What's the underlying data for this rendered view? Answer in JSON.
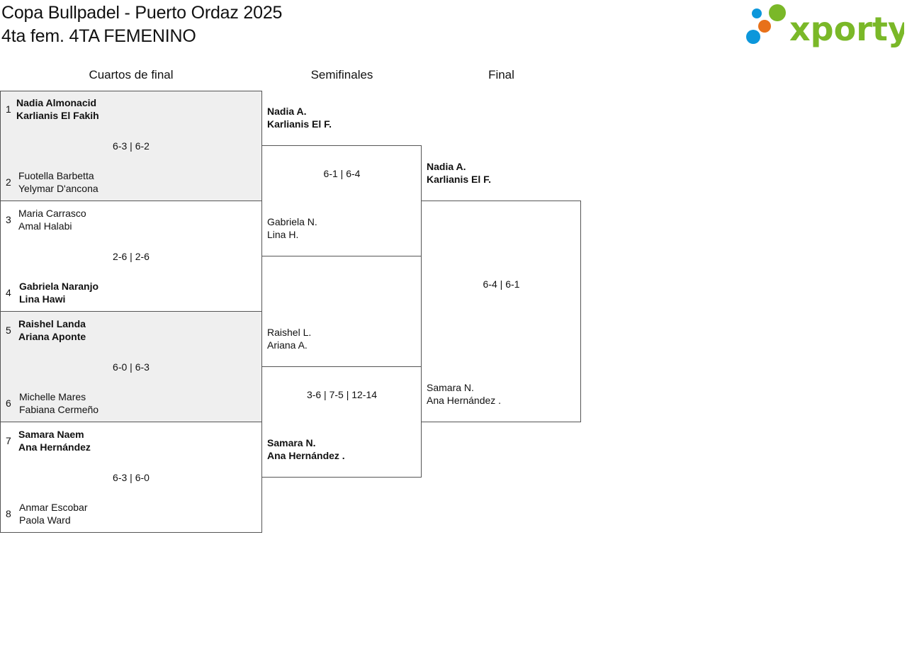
{
  "header": {
    "title_line1": "Copa Bullpadel - Puerto Ordaz 2025",
    "title_line2": "4ta fem. 4TA FEMENINO",
    "logo_text": "xporty",
    "colors": {
      "brand_green": "#7ab828",
      "dot_blue": "#0c97db",
      "dot_orange": "#e8711a"
    }
  },
  "rounds": [
    "Cuartos de final",
    "Semifinales",
    "Final"
  ],
  "quarterfinals": [
    {
      "score": "6-3 | 6-2",
      "top": {
        "seed": "1",
        "p1": "Nadia Almonacid",
        "p2": "Karlianis El Fakih"
      },
      "bottom": {
        "seed": "2",
        "p1": "Fuotella Barbetta",
        "p2": "Yelymar D'ancona"
      }
    },
    {
      "score": "2-6 | 2-6",
      "top": {
        "seed": "3",
        "p1": "Maria Carrasco",
        "p2": "Amal Halabi"
      },
      "bottom": {
        "seed": "4",
        "p1": "Gabriela Naranjo",
        "p2": "Lina Hawi"
      }
    },
    {
      "score": "6-0 | 6-3",
      "top": {
        "seed": "5",
        "p1": "Raishel Landa",
        "p2": "Ariana Aponte"
      },
      "bottom": {
        "seed": "6",
        "p1": "Michelle Mares",
        "p2": "Fabiana Cermeño"
      }
    },
    {
      "score": "6-3 | 6-0",
      "top": {
        "seed": "7",
        "p1": "Samara Naem",
        "p2": "Ana Hernández"
      },
      "bottom": {
        "seed": "8",
        "p1": "Anmar Escobar",
        "p2": "Paola Ward"
      }
    }
  ],
  "semifinals": [
    {
      "score": "6-1 | 6-4",
      "top": {
        "p1": "Nadia A.",
        "p2": "Karlianis El F."
      },
      "bottom": {
        "p1": "Gabriela N.",
        "p2": "Lina H."
      }
    },
    {
      "score": "3-6 | 7-5 | 12-14",
      "top": {
        "p1": "Raishel L.",
        "p2": "Ariana A."
      },
      "bottom": {
        "p1": "Samara N.",
        "p2": "Ana Hernández ."
      }
    }
  ],
  "final": {
    "score": "6-4 | 6-1",
    "top": {
      "p1": "Nadia A.",
      "p2": "Karlianis El F."
    },
    "bottom": {
      "p1": "Samara N.",
      "p2": "Ana Hernández ."
    }
  }
}
